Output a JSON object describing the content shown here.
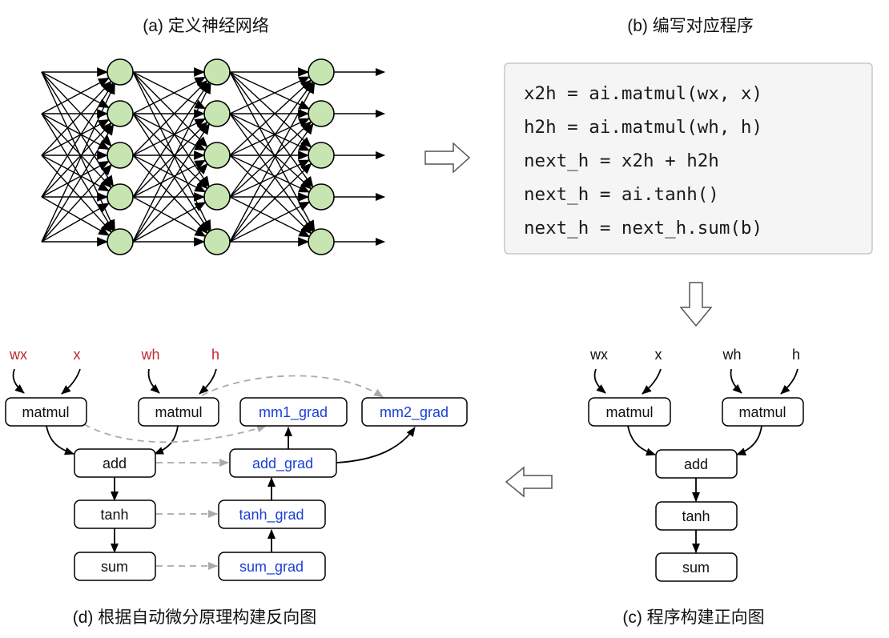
{
  "captions": {
    "a": "(a) 定义神经网络",
    "b": "(b) 编写对应程序",
    "c": "(c) 程序构建正向图",
    "d": "(d) 根据自动微分原理构建反向图"
  },
  "code_lines": [
    "x2h = ai.matmul(wx, x)",
    "h2h = ai.matmul(wh, h)",
    "next_h = x2h + h2h",
    "next_h = ai.tanh()",
    "next_h = next_h.sum(b)"
  ],
  "forward_graph": {
    "inputs": [
      "wx",
      "x",
      "wh",
      "h"
    ],
    "nodes": {
      "matmul1": "matmul",
      "matmul2": "matmul",
      "add": "add",
      "tanh": "tanh",
      "sum": "sum"
    }
  },
  "backward_graph": {
    "inputs": [
      "wx",
      "x",
      "wh",
      "h"
    ],
    "nodes": {
      "matmul1": "matmul",
      "matmul2": "matmul",
      "add": "add",
      "tanh": "tanh",
      "sum": "sum"
    },
    "grad_nodes": {
      "mm1_grad": "mm1_grad",
      "mm2_grad": "mm2_grad",
      "add_grad": "add_grad",
      "tanh_grad": "tanh_grad",
      "sum_grad": "sum_grad"
    }
  },
  "colors": {
    "neuron_fill": "#c6e5b1",
    "input_label_red": "#c0282d",
    "grad_label_blue": "#1a3fd6",
    "dashed_edge": "#aaaaaa",
    "code_bg": "#f5f5f5",
    "code_border": "#c8c8c8"
  },
  "icons": [
    "arrow-right-outline-icon",
    "arrow-down-outline-icon",
    "arrow-left-outline-icon"
  ]
}
